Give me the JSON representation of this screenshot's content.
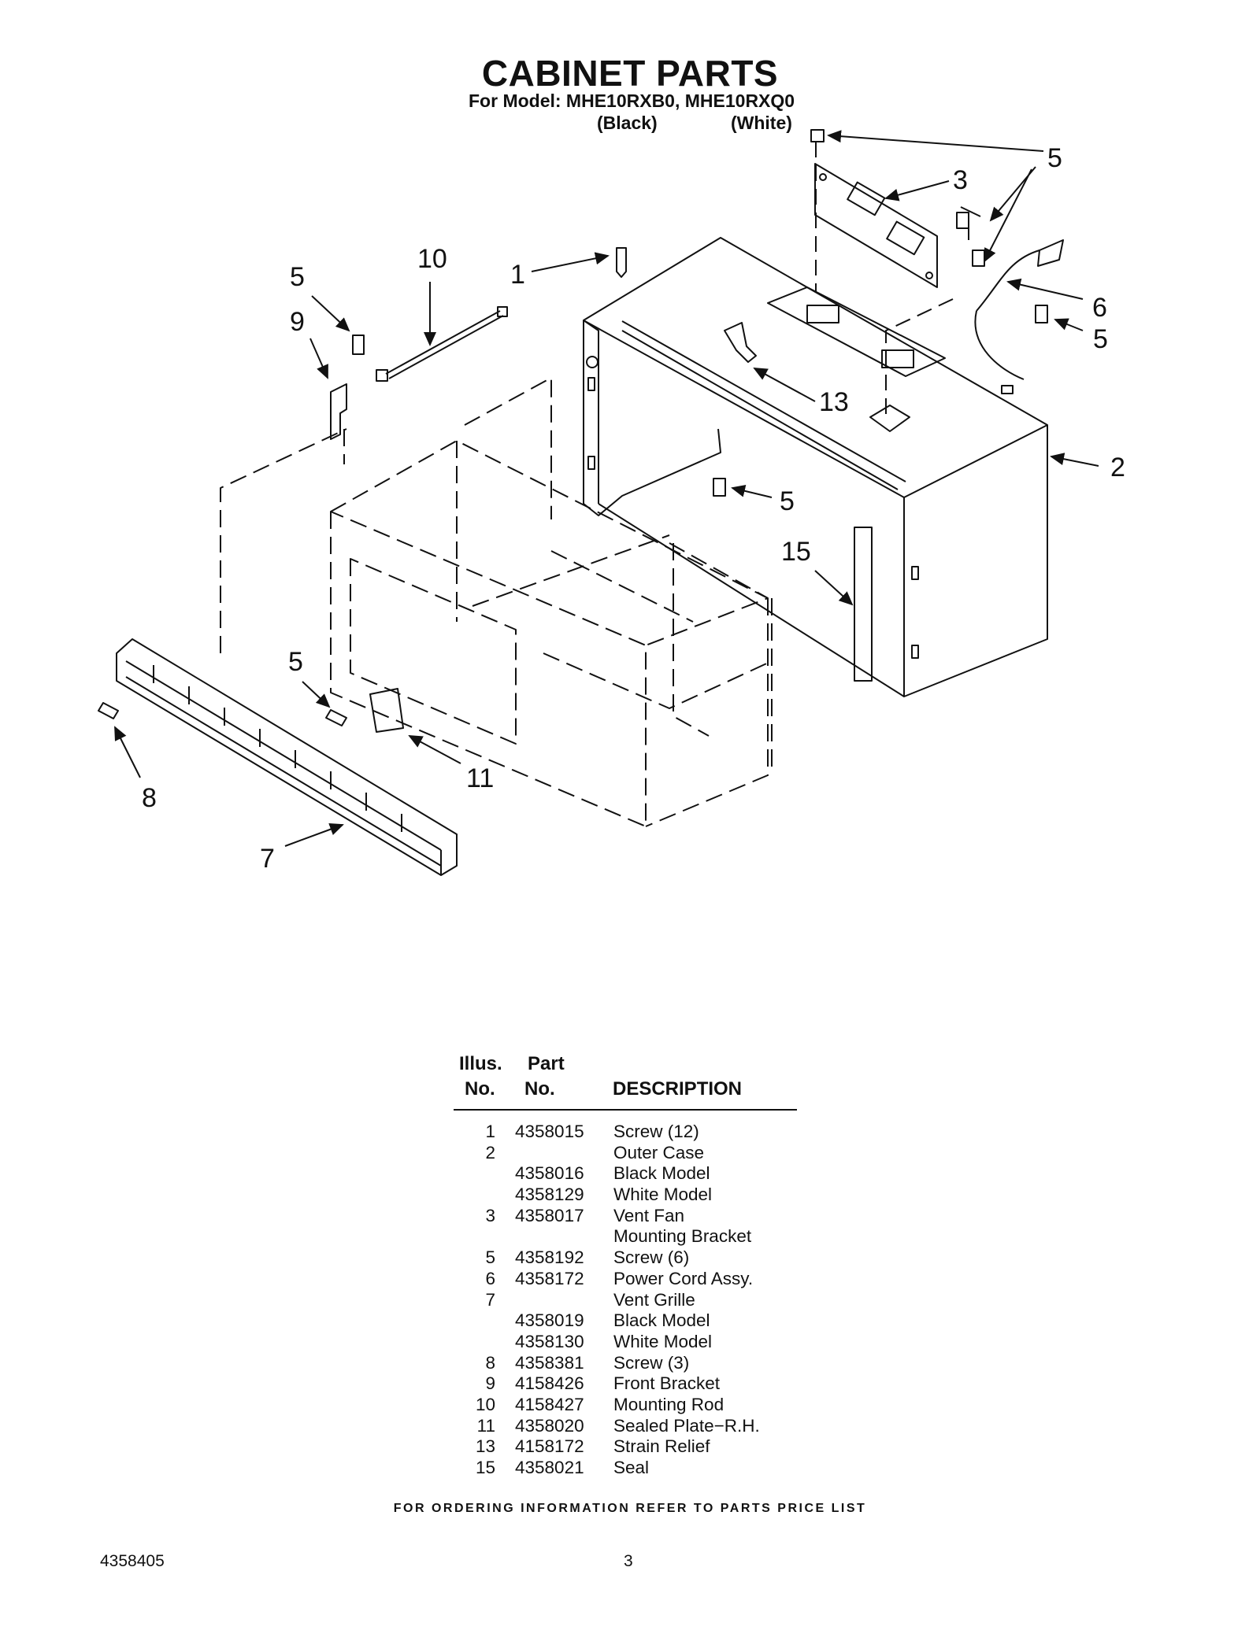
{
  "header": {
    "title": "CABINET PARTS",
    "model_line": "For Model: MHE10RXB0, MHE10RXQ0",
    "color_black": "(Black)",
    "color_white": "(White)"
  },
  "diagram": {
    "callouts": [
      "1",
      "2",
      "3",
      "5",
      "5",
      "5",
      "5",
      "5",
      "5",
      "6",
      "7",
      "8",
      "9",
      "10",
      "11",
      "13",
      "15"
    ]
  },
  "parts_table": {
    "headers": {
      "illus_top": "Illus.",
      "illus_bottom": "No.",
      "part_top": "Part",
      "part_bottom": "No.",
      "description": "DESCRIPTION"
    },
    "rows": [
      {
        "illus": "1",
        "part": "4358015",
        "desc": "Screw (12)"
      },
      {
        "illus": "2",
        "part": "",
        "desc": "Outer Case"
      },
      {
        "illus": "",
        "part": "4358016",
        "desc": "Black Model"
      },
      {
        "illus": "",
        "part": "4358129",
        "desc": "White Model"
      },
      {
        "illus": "3",
        "part": "4358017",
        "desc": "Vent Fan"
      },
      {
        "illus": "",
        "part": "",
        "desc": "Mounting Bracket"
      },
      {
        "illus": "5",
        "part": "4358192",
        "desc": "Screw (6)"
      },
      {
        "illus": "6",
        "part": "4358172",
        "desc": "Power Cord Assy."
      },
      {
        "illus": "7",
        "part": "",
        "desc": "Vent Grille"
      },
      {
        "illus": "",
        "part": "4358019",
        "desc": "Black Model"
      },
      {
        "illus": "",
        "part": "4358130",
        "desc": "White Model"
      },
      {
        "illus": "8",
        "part": "4358381",
        "desc": "Screw (3)"
      },
      {
        "illus": "9",
        "part": "4158426",
        "desc": "Front Bracket"
      },
      {
        "illus": "10",
        "part": "4158427",
        "desc": "Mounting Rod"
      },
      {
        "illus": "11",
        "part": "4358020",
        "desc": "Sealed Plate−R.H."
      },
      {
        "illus": "13",
        "part": "4158172",
        "desc": "Strain Relief"
      },
      {
        "illus": "15",
        "part": "4358021",
        "desc": "Seal"
      }
    ]
  },
  "footer": {
    "note": "FOR ORDERING INFORMATION REFER TO PARTS PRICE LIST",
    "doc_number": "4358405",
    "page_number": "3"
  }
}
